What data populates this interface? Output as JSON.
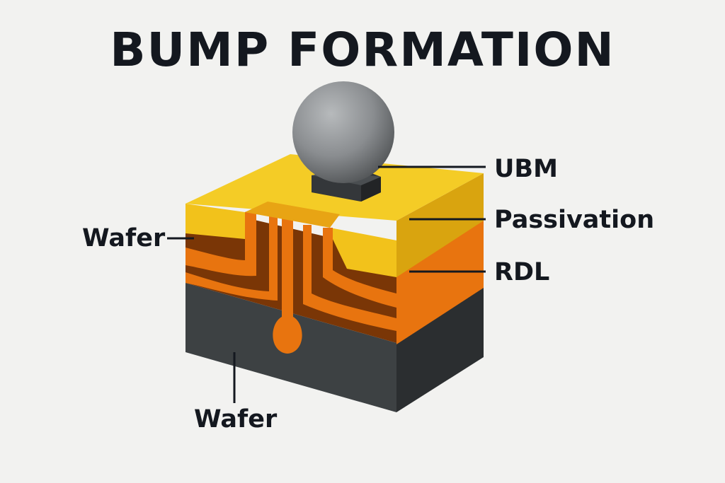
{
  "title": "BUMP FORMATION",
  "labels": {
    "ubm": "UBM",
    "passivation": "Passivation",
    "rdl": "RDL",
    "wafer_left": "Wafer",
    "wafer_bottom": "Wafer"
  },
  "colors": {
    "background": "#f2f2f0",
    "passivation": "#f2c21b",
    "rdl": "#e8740f",
    "rdl_dark": "#7a3606",
    "wafer": "#3d4143",
    "ubm": "#34373a",
    "bump": "#8a8d90",
    "text": "#14181f"
  }
}
